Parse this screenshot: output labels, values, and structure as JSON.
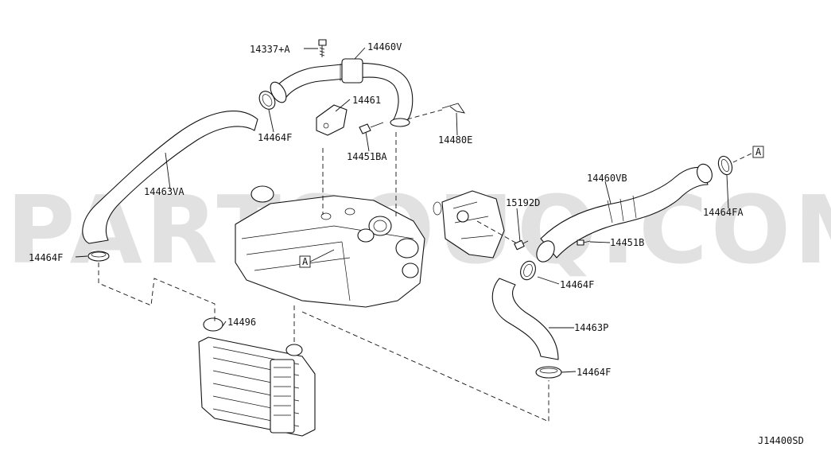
{
  "watermark": "PARTSOUQ.COM",
  "diagram_code": "J14400SD",
  "ref_letter": "A",
  "labels": {
    "p14337A": "14337+A",
    "p14460V": "14460V",
    "p14461": "14461",
    "p14464F_top": "14464F",
    "p14451BA": "14451BA",
    "p14480E": "14480E",
    "p14463VA": "14463VA",
    "p14464F_left": "14464F",
    "p14460VB": "14460VB",
    "p14464FA": "14464FA",
    "p15192D": "15192D",
    "p14451B": "14451B",
    "p14464F_mid": "14464F",
    "p14463P": "14463P",
    "p14464F_bottom": "14464F",
    "p14496": "14496"
  }
}
